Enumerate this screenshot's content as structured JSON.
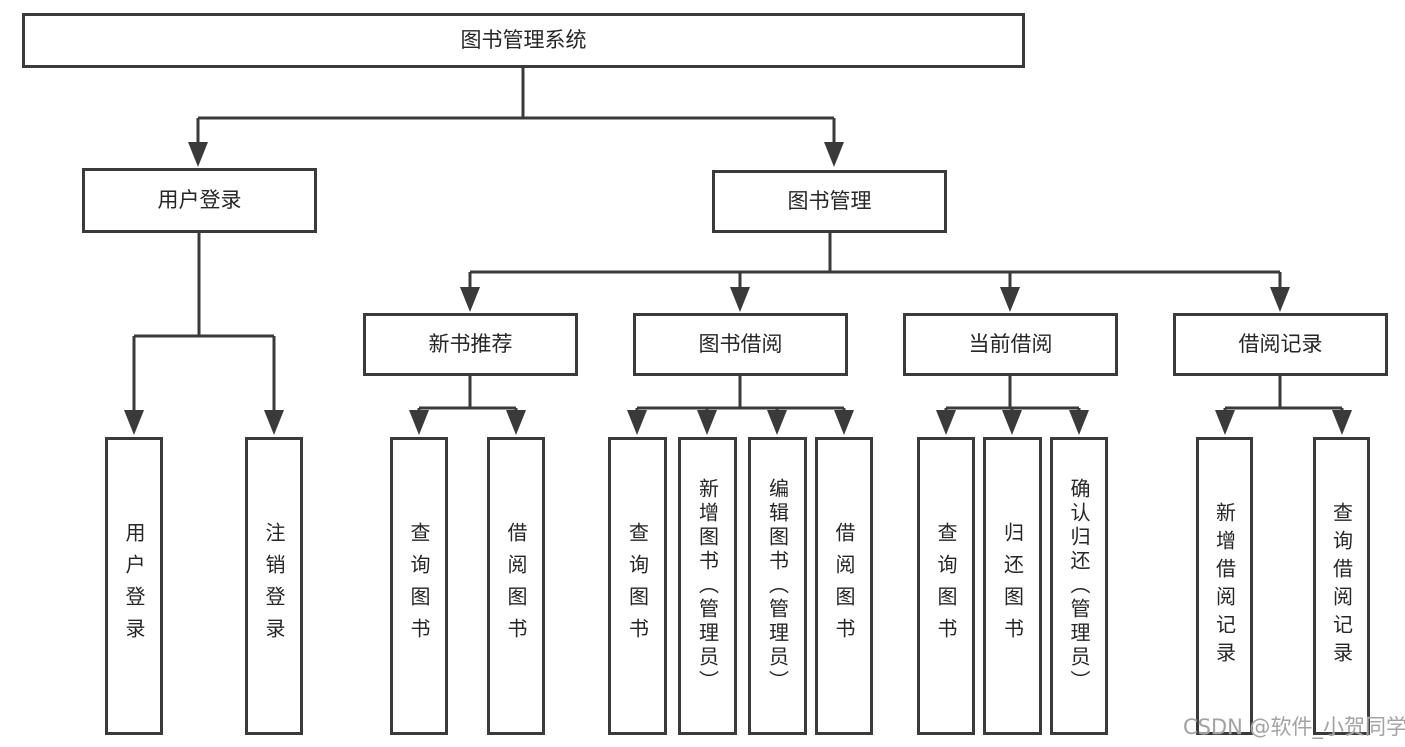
{
  "diagram": {
    "root": "图书管理系统",
    "branches": [
      {
        "label": "用户登录",
        "children": [
          "用户登录",
          "注销登录"
        ]
      },
      {
        "label": "图书管理",
        "children": [
          {
            "label": "新书推荐",
            "children": [
              "查询图书",
              "借阅图书"
            ]
          },
          {
            "label": "图书借阅",
            "children": [
              "查询图书",
              "新增图书（管理员）",
              "编辑图书（管理员）",
              "借阅图书"
            ]
          },
          {
            "label": "当前借阅",
            "children": [
              "查询图书",
              "归还图书",
              "确认归还（管理员）"
            ]
          },
          {
            "label": "借阅记录",
            "children": [
              "新增借阅记录",
              "查询借阅记录"
            ]
          }
        ]
      }
    ]
  },
  "colors": {
    "line": "#3a3a3a",
    "text": "#262626",
    "background": "#ffffff",
    "watermark": "#a3a3a3"
  },
  "watermark": {
    "text": "CSDN @软件_小贺同学"
  }
}
